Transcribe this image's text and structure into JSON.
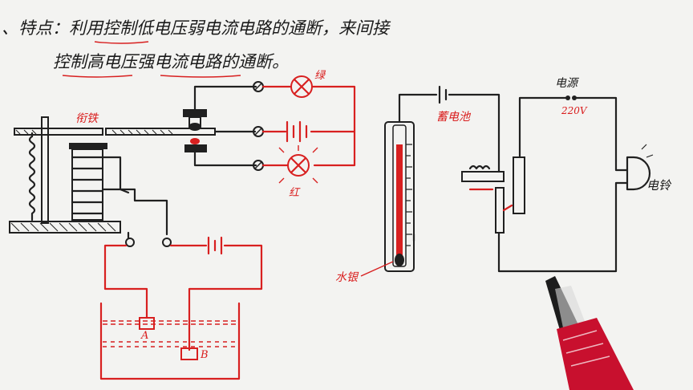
{
  "notes": {
    "line1": "、特点：利用控制低电压弱电流电路的通断，来间接",
    "line2": "控制高电压强电流电路的通断。"
  },
  "relay_diagram": {
    "iron_label": "衔铁",
    "green_lamp_label": "绿",
    "red_lamp_label": "红",
    "electrode_a": "A",
    "electrode_b": "B"
  },
  "thermo_diagram": {
    "battery_label": "蓄电池",
    "power_label": "电源",
    "voltage_label": "220V",
    "bell_label": "电铃",
    "mercury_label": "水银"
  },
  "colors": {
    "ink": "#202020",
    "red_ink": "#d82020",
    "paper": "#f3f3f1",
    "pen_body": "#c8102e"
  }
}
